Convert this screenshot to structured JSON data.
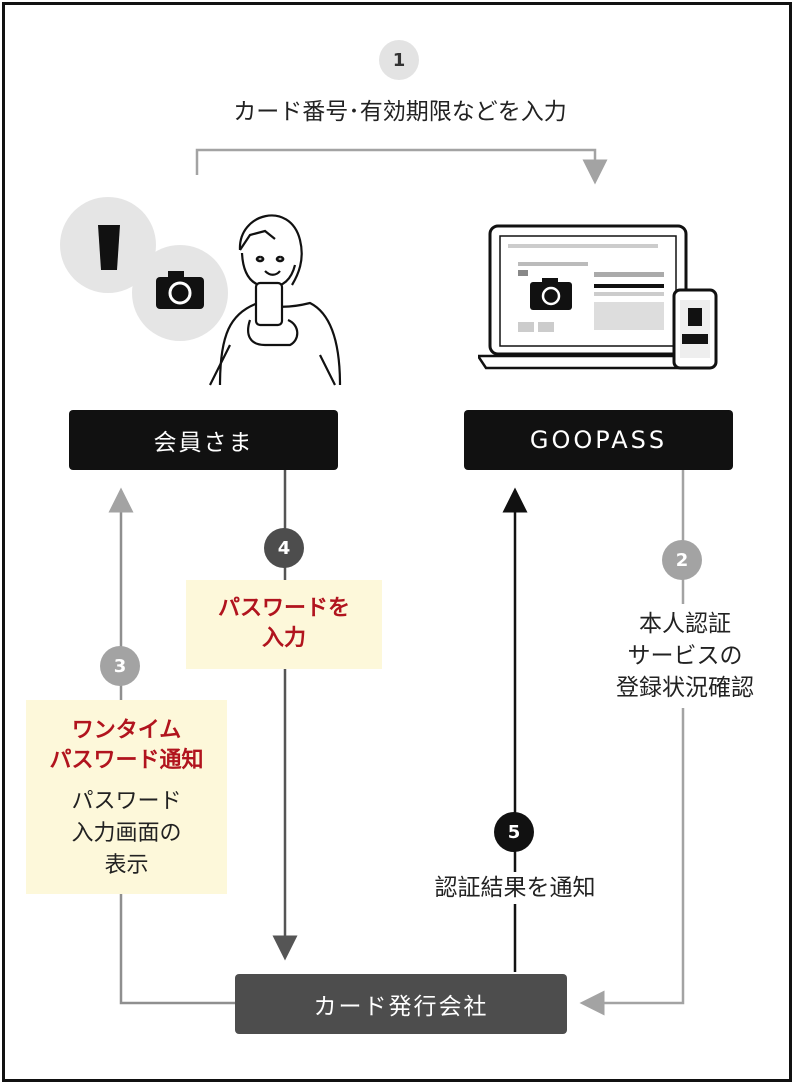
{
  "steps": {
    "step1": {
      "number": "1",
      "label": "カード番号･有効期限などを入力"
    },
    "step2": {
      "number": "2",
      "label_lines": [
        "本人認証",
        "サービスの",
        "登録状況確認"
      ]
    },
    "step3": {
      "number": "3",
      "highlight_lines": [
        "ワンタイム",
        "パスワード通知"
      ],
      "label_lines": [
        "パスワード",
        "入力画面の",
        "表示"
      ]
    },
    "step4": {
      "number": "4",
      "highlight_lines": [
        "パスワードを",
        "入力"
      ]
    },
    "step5": {
      "number": "5",
      "label": "認証結果を通知"
    }
  },
  "nodes": {
    "member": "会員さま",
    "goopass": "GOOPASS",
    "card_issuer": "カード発行会社"
  },
  "colors": {
    "black_box": "#111111",
    "issuer_box": "#4d4d4d",
    "highlight_bg": "#fdf8da",
    "highlight_text": "#b1141e",
    "arrow_light": "#a3a3a3",
    "arrow_dark": "#555555"
  },
  "icons": [
    "tumbler-icon",
    "camera-icon",
    "person-with-phone-illustration",
    "laptop-icon",
    "smartphone-icon"
  ]
}
